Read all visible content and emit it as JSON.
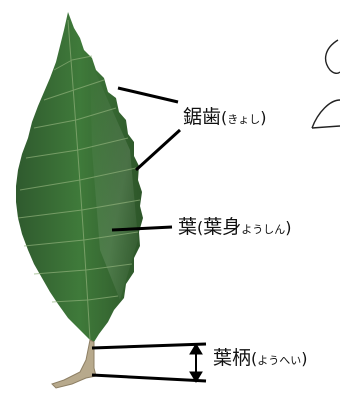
{
  "labels": {
    "serration": {
      "kanji": "鋸歯",
      "open": "(",
      "reading": "きょし",
      "close": ")"
    },
    "blade": {
      "kanji": "葉",
      "open": "(",
      "kanji2": "葉身",
      "reading": "ようしん",
      "close": ")"
    },
    "petiole": {
      "kanji": "葉柄",
      "open": "(",
      "reading": "ようへい",
      "close": ")"
    }
  },
  "colors": {
    "leaf_dark": "#2f5a2e",
    "leaf_mid": "#3f7a3a",
    "leaf_light": "#5e9a4e",
    "vein": "#8fb07a",
    "petiole": "#b7a98c",
    "line": "#000000"
  }
}
